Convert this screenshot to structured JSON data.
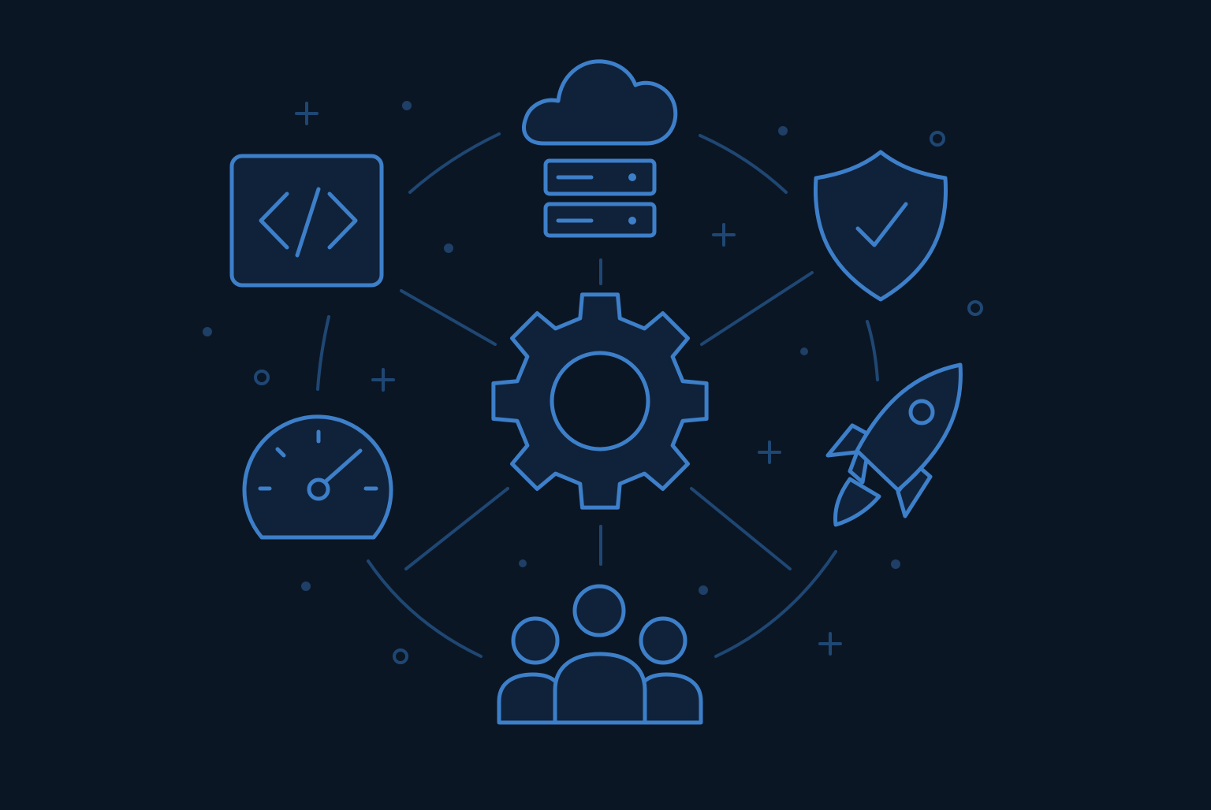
{
  "diagram": {
    "background_color": "#0b1625",
    "accent_color": "#3d7fc9",
    "connector_color": "#1f4773",
    "icon_fill_color": "#10223a",
    "center_node": {
      "icon": "gear-icon"
    },
    "nodes": [
      {
        "id": "cloud-server",
        "icon": "cloud-server-icon"
      },
      {
        "id": "security",
        "icon": "shield-check-icon"
      },
      {
        "id": "deployment",
        "icon": "rocket-icon"
      },
      {
        "id": "team",
        "icon": "users-group-icon"
      },
      {
        "id": "performance",
        "icon": "speedometer-icon"
      },
      {
        "id": "code",
        "icon": "code-window-icon"
      }
    ]
  }
}
